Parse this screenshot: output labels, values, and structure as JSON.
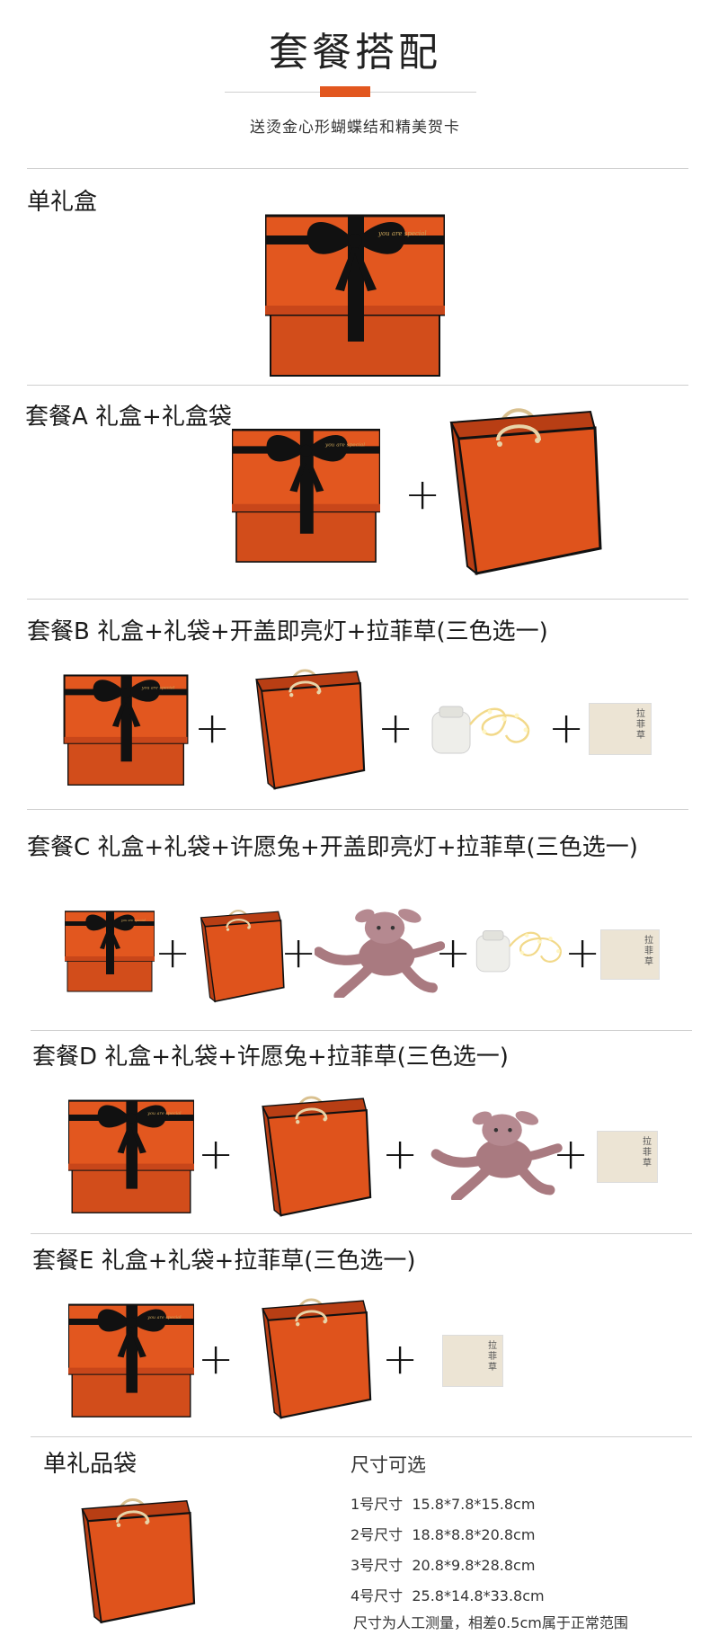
{
  "header": {
    "title": "套餐搭配",
    "subtitle": "送烫金心形蝴蝶结和精美贺卡"
  },
  "sections": [
    {
      "label": "单礼盒"
    },
    {
      "label": "套餐A 礼盒+礼盒袋"
    },
    {
      "label": "套餐B 礼盒+礼袋+开盖即亮灯+拉菲草(三色选一)"
    },
    {
      "label": "套餐C 礼盒+礼袋+许愿兔+开盖即亮灯+拉菲草(三色选一)"
    },
    {
      "label": "套餐D 礼盒+礼袋+许愿兔+拉菲草(三色选一)"
    },
    {
      "label": "套餐E 礼盒+礼袋+拉菲草(三色选一)"
    },
    {
      "label": "单礼品袋"
    }
  ],
  "plus_sign": "+",
  "raffia_label": "拉菲草",
  "ribbon_text": "you are special",
  "sizes": {
    "title": "尺寸可选",
    "rows": [
      {
        "name": "1号尺寸",
        "value": "15.8*7.8*15.8cm"
      },
      {
        "name": "2号尺寸",
        "value": "18.8*8.8*20.8cm"
      },
      {
        "name": "3号尺寸",
        "value": "20.8*9.8*28.8cm"
      },
      {
        "name": "4号尺寸",
        "value": "25.8*14.8*33.8cm"
      }
    ],
    "note": "尺寸为人工测量，相差0.5cm属于正常范围"
  },
  "colors": {
    "orange": "#e2571f",
    "orange_dark": "#c8461a",
    "black": "#111111",
    "divider": "#cfcfcf"
  }
}
